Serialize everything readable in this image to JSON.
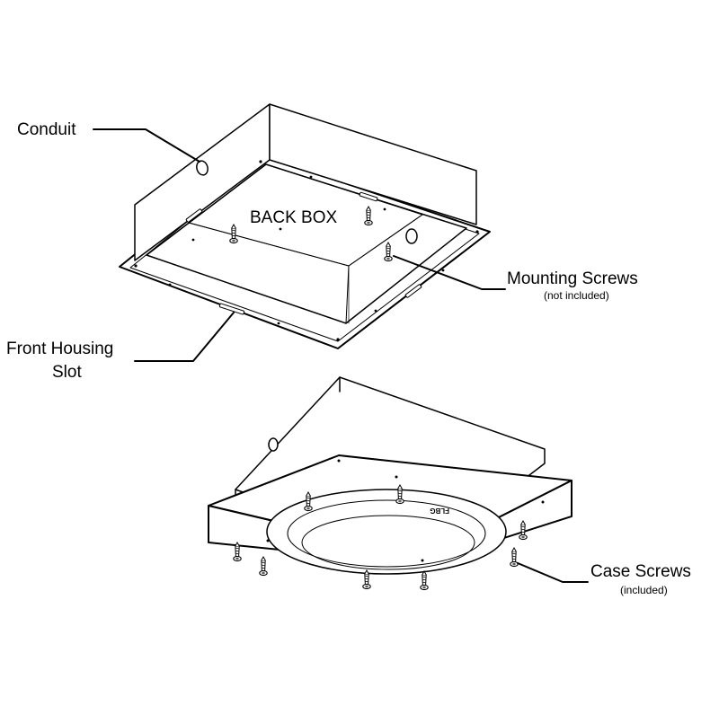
{
  "labels": {
    "conduit": "Conduit",
    "back_box": "BACK BOX",
    "mounting_screws": "Mounting Screws",
    "mounting_screws_note": "(not included)",
    "front_housing_line1": "Front Housing",
    "front_housing_line2": "Slot",
    "case_screws": "Case Screws",
    "case_screws_note": "(included)",
    "grille_mark": "FLBG"
  },
  "icons": {
    "screw": "screw-icon",
    "conduit_knockout": "knockout-hole-icon"
  },
  "colors": {
    "line": "#000000",
    "background": "#ffffff",
    "grille": "#9a9a9a"
  }
}
